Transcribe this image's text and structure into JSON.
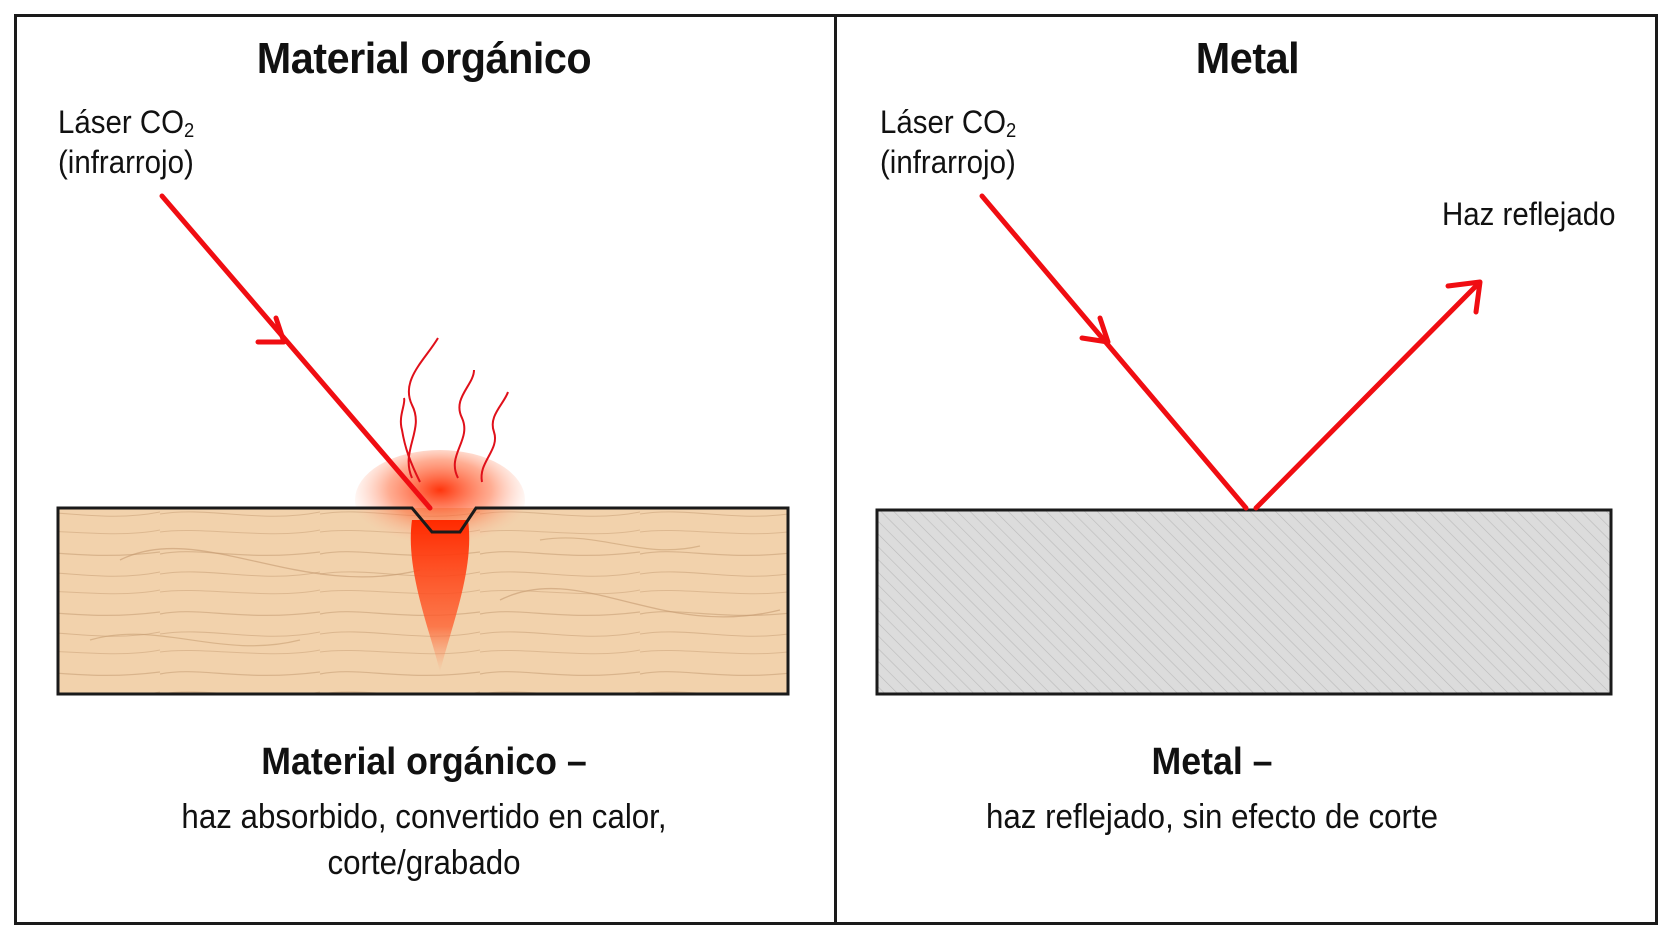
{
  "colors": {
    "laser": "#f00d12",
    "wood": "#f2d2ac",
    "wood_grain": "#c49a70",
    "metal": "#dcdcdc",
    "metal_hatch": "#b4b4b4",
    "heat": "#ff3b10",
    "border": "#1a1a1a"
  },
  "left": {
    "title": "Material orgánico",
    "laser_label_line1": "Láser CO",
    "laser_label_sub": "2",
    "laser_label_line2": "(infrarrojo)",
    "material": "wood",
    "caption_title": "Material orgánico –",
    "caption_line1": "haz absorbido, convertido en calor,",
    "caption_line2": "corte/grabado"
  },
  "right": {
    "title": "Metal",
    "laser_label_line1": "Láser CO",
    "laser_label_sub": "2",
    "laser_label_line2": "(infrarrojo)",
    "reflected_label": "Haz reflejado",
    "material": "metal",
    "caption_title": "Metal –",
    "caption_line1": "haz reflejado, sin efecto de corte"
  },
  "icons": {
    "left_incident": "arrow-down-right-icon",
    "right_incident": "arrow-down-right-icon",
    "right_reflected": "arrow-up-right-icon",
    "heat": "heat-waves-icon"
  }
}
